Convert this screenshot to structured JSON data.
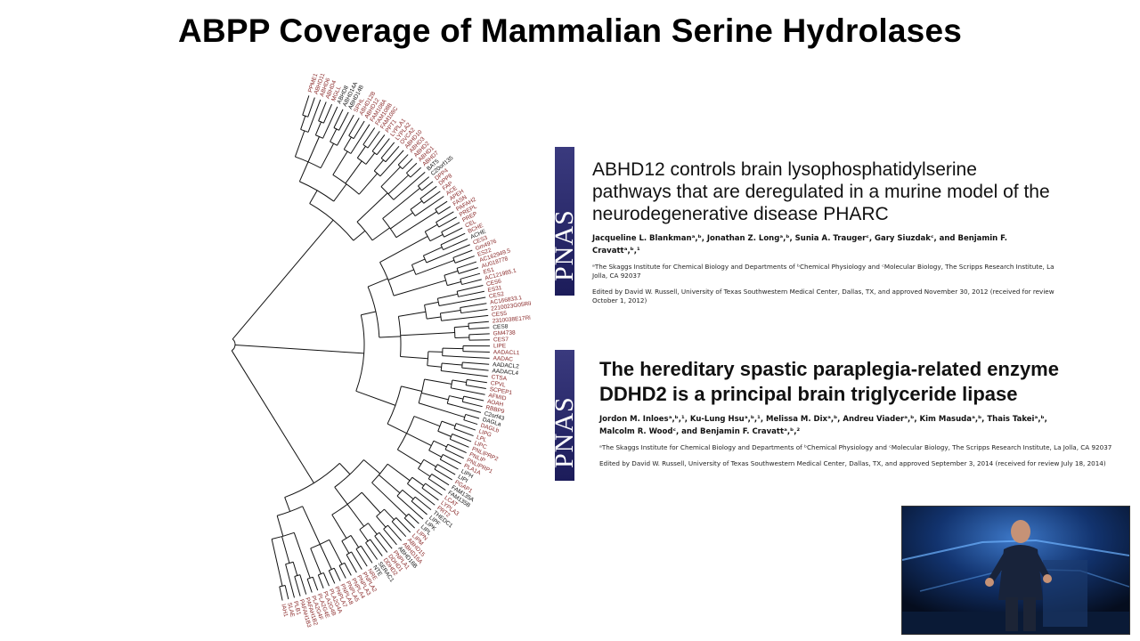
{
  "slide": {
    "title": "ABPP Coverage of Mammalian Serine Hydrolases"
  },
  "colors": {
    "captured": "#8a2a2a",
    "not_captured": "#111111",
    "pnas_bar": "#26266a"
  },
  "tree": {
    "labels": [
      "PPME1",
      "ABHD11",
      "ABHD6",
      "ABHD4",
      "MGLL",
      "ABHD8",
      "ABHD14A",
      "ABHD14B",
      "SPHL",
      "ABHD12B",
      "ABHD12",
      "FAM108A",
      "FAM108B",
      "FAM108C",
      "PPT1",
      "LYPLA1",
      "LYPLA2",
      "OVCA2",
      "ABHD10",
      "ABHD3",
      "ABHD2",
      "ABHD1",
      "ABHD7",
      "BAT5",
      "C20orf135",
      "DPP4",
      "DPP8",
      "FAP",
      "ACE",
      "APEH",
      "FASN",
      "PAFAH2",
      "PREPL",
      "PREP",
      "CEL",
      "BCHE",
      "ACHE",
      "CES3",
      "Gm4976",
      "ES22",
      "AC162949.5",
      "AU018778",
      "ES1",
      "AC121985.1",
      "CES6",
      "ES31",
      "CES2",
      "AC166833.1",
      "2210023G05Rik",
      "CES5",
      "2310038E17Rik",
      "CES8",
      "GM4738",
      "CES7",
      "LIPE",
      "AADACL1",
      "AADAC",
      "AADACL2",
      "AADACL4",
      "CTSA",
      "CPVL",
      "SCPEP1",
      "AFMID",
      "AOAH",
      "RBBP9",
      "C2orf43",
      "DAGLa",
      "DAGLb",
      "LIPG",
      "LPL",
      "LIPC",
      "PNLIPRP2",
      "PNLIP",
      "PNLIPRP1",
      "PLA1A",
      "LIPH",
      "LIPI",
      "PGAP1",
      "FAM135A",
      "FAM135B",
      "LCAT",
      "LYPLA3",
      "PRT2",
      "THEDC1",
      "LIPF",
      "LIPK",
      "LIPL",
      "LIPN",
      "LIPM",
      "ABHD15",
      "ABHD16A",
      "ABHD16B",
      "PNPLA1",
      "DDHD1",
      "DDHD2",
      "SERAC1",
      "NTE",
      "NRE",
      "PNPLA2",
      "PNPLA3",
      "PNPLA4",
      "PNPLA5",
      "PNPLA8",
      "PNPLA7",
      "PLA2G4A",
      "PLA2G4B",
      "PLA2G4E",
      "PLA2G4F",
      "PAFAH1B2",
      "PAFAH1B3",
      "PLB1",
      "SLAE",
      "IAH1"
    ]
  },
  "papers": [
    {
      "journal_logo": "PNAS",
      "title": "ABHD12 controls brain lysophosphatidylserine pathways that are deregulated in a murine model of the neurodegenerative disease PHARC",
      "authors": "Jacqueline L. Blankmanᵃ,ᵇ, Jonathan Z. Longᵃ,ᵇ, Sunia A. Traugerᶜ, Gary Siuzdakᶜ, and Benjamin F. Cravattᵃ,ᵇ,¹",
      "affiliation": "ᵃThe Skaggs Institute for Chemical Biology and Departments of ᵇChemical Physiology and ᶜMolecular Biology, The Scripps Research Institute, La Jolla, CA 92037",
      "edited": "Edited by David W. Russell, University of Texas Southwestern Medical Center, Dallas, TX, and approved November 30, 2012 (received for review October 1, 2012)"
    },
    {
      "journal_logo": "PNAS",
      "title": "The hereditary spastic paraplegia-related enzyme DDHD2 is a principal brain triglyceride lipase",
      "authors": "Jordon M. Inloesᵃ,ᵇ,¹, Ku-Lung Hsuᵃ,ᵇ,¹, Melissa M. Dixᵃ,ᵇ, Andreu Viaderᵃ,ᵇ, Kim Masudaᵃ,ᵇ, Thais Takeiᵃ,ᵇ, Malcolm R. Woodᶜ, and Benjamin F. Cravattᵃ,ᵇ,²",
      "affiliation": "ᵃThe Skaggs Institute for Chemical Biology and Departments of ᵇChemical Physiology and ᶜMolecular Biology, The Scripps Research Institute, La Jolla, CA 92037",
      "edited": "Edited by David W. Russell, University of Texas Southwestern Medical Center, Dallas, TX, and approved September 3, 2014 (received for review July 18, 2014)"
    }
  ]
}
